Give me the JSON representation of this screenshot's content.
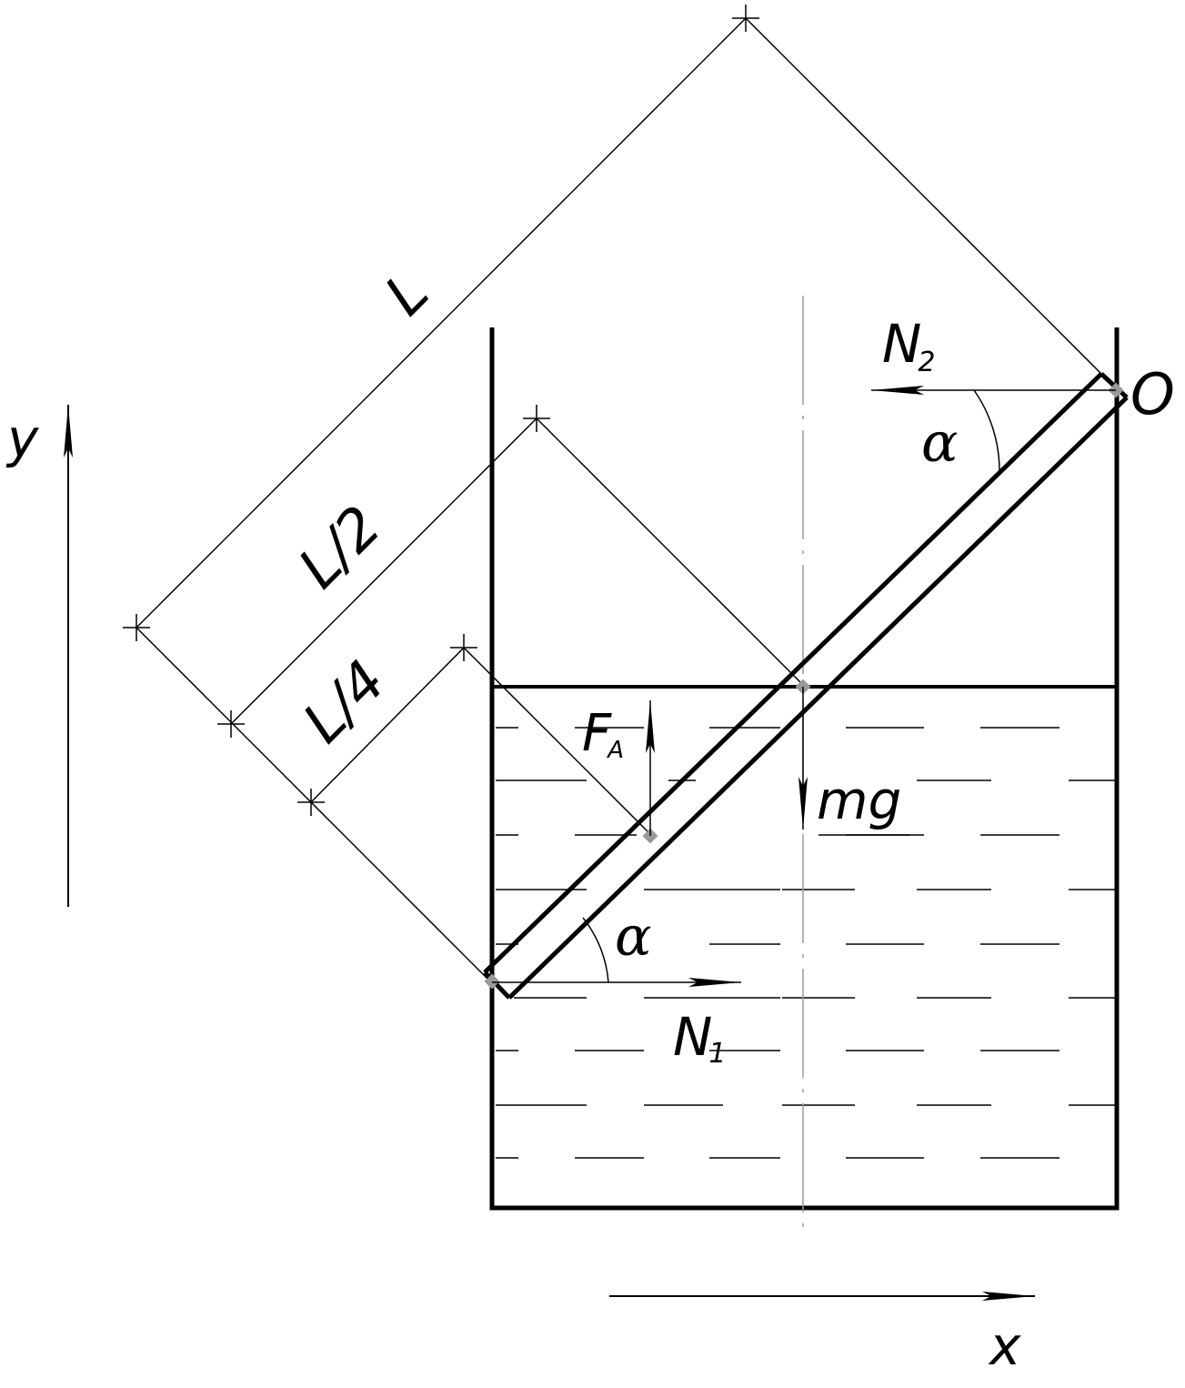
{
  "labels": {
    "length_full": "L",
    "length_half": "L/2",
    "length_quarter": "L/4",
    "axis_y": "y",
    "axis_x": "x",
    "pivot_point": "O",
    "force_n2_letter": "N",
    "force_n2_sub": "2",
    "force_n1_letter": "N",
    "force_n1_sub": "1",
    "buoyant_letter": "F",
    "buoyant_sub": "A",
    "gravity": "mg",
    "angle_top": "α",
    "angle_bottom": "α"
  }
}
